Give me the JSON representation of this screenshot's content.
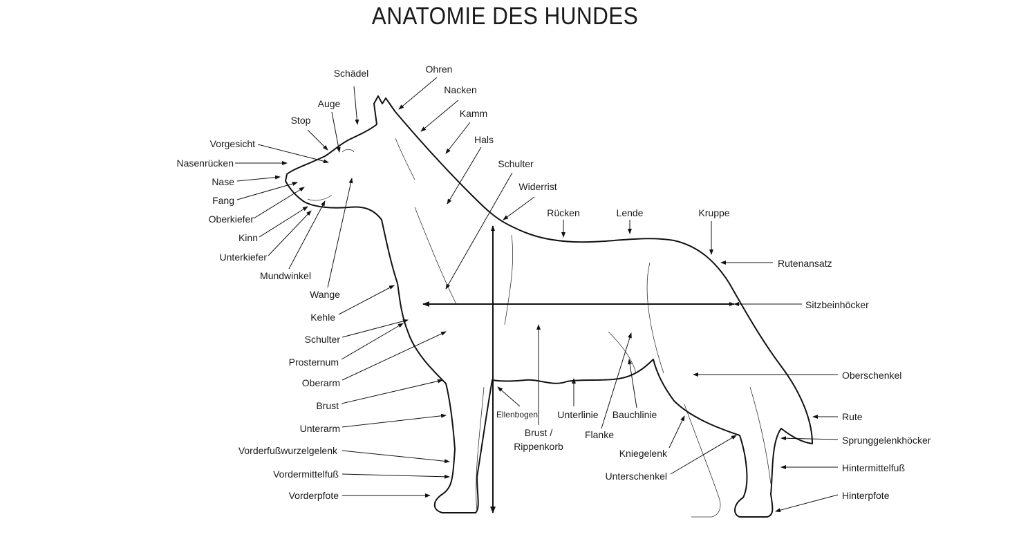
{
  "title": "ANATOMIE DES HUNDES",
  "labels": {
    "schaedel": "Schädel",
    "ohren": "Ohren",
    "nacken": "Nacken",
    "kamm": "Kamm",
    "hals": "Hals",
    "schulter_top": "Schulter",
    "widerrist": "Widerrist",
    "auge": "Auge",
    "stop": "Stop",
    "vorgesicht": "Vorgesicht",
    "nasenruecken": "Nasenrücken",
    "nase": "Nase",
    "fang": "Fang",
    "oberkiefer": "Oberkiefer",
    "kinn": "Kinn",
    "unterkiefer": "Unterkiefer",
    "mundwinkel": "Mundwinkel",
    "wange": "Wange",
    "kehle": "Kehle",
    "schulter_left": "Schulter",
    "prosternum": "Prosternum",
    "oberarm": "Oberarm",
    "brust": "Brust",
    "unterarm": "Unterarm",
    "vorderfusswurzelgelenk": "Vorderfußwurzelgelenk",
    "vordermittelfuss": "Vordermittelfuß",
    "vorderpfote": "Vorderpfote",
    "ruecken": "Rücken",
    "lende": "Lende",
    "kruppe": "Kruppe",
    "rutenansatz": "Rutenansatz",
    "sitzbeinhoecker": "Sitzbeinhöcker",
    "oberschenkel": "Oberschenkel",
    "rute": "Rute",
    "sprunggelenkhoecker": "Sprunggelenkhöcker",
    "hintermittelfuss": "Hintermittelfuß",
    "hinterpfote": "Hinterpfote",
    "kniegelenk": "Kniegelenk",
    "unterschenkel": "Unterschenkel",
    "ellenbogen": "Ellenbogen",
    "brust_rippenkorb_1": "Brust /",
    "brust_rippenkorb_2": "Rippenkorb",
    "unterlinie": "Unterlinie",
    "flanke": "Flanke",
    "bauchlinie": "Bauchlinie"
  }
}
